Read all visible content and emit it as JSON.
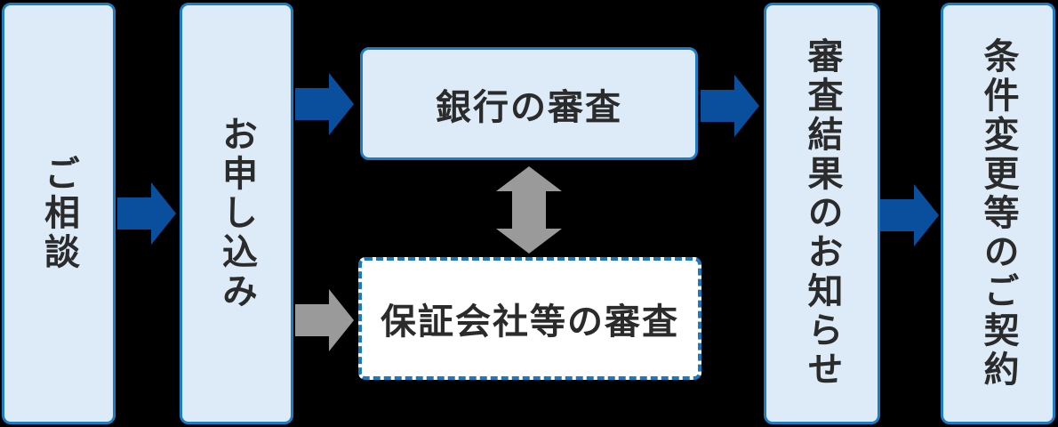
{
  "diagram": {
    "steps": [
      {
        "id": "step-1",
        "label": "ご相談",
        "text_direction": "vertical",
        "border_style": "solid"
      },
      {
        "id": "step-2",
        "label": "お申し込み",
        "text_direction": "vertical",
        "border_style": "solid"
      },
      {
        "id": "step-3",
        "label": "銀行の審査",
        "text_direction": "horizontal",
        "border_style": "solid"
      },
      {
        "id": "step-4",
        "label": "保証会社等の審査",
        "text_direction": "horizontal",
        "border_style": "dashed"
      },
      {
        "id": "step-5",
        "label": "審査結果のお知らせ",
        "text_direction": "vertical",
        "border_style": "solid"
      },
      {
        "id": "step-6",
        "label": "条件変更等のご契約",
        "text_direction": "vertical",
        "border_style": "solid"
      }
    ],
    "connectors": [
      {
        "id": "arrow-1",
        "from": "ご相談",
        "to": "お申し込み",
        "shape": "arrow-right",
        "color": "blue"
      },
      {
        "id": "arrow-2",
        "from": "お申し込み",
        "to": "銀行の審査",
        "shape": "arrow-right",
        "color": "blue"
      },
      {
        "id": "arrow-3",
        "from": "銀行の審査",
        "to": "審査結果のお知らせ",
        "shape": "arrow-right",
        "color": "blue"
      },
      {
        "id": "arrow-4",
        "from": "審査結果のお知らせ",
        "to": "条件変更等のご契約",
        "shape": "arrow-right",
        "color": "blue"
      },
      {
        "id": "arrow-5",
        "from": "お申し込み",
        "to": "保証会社等の審査",
        "shape": "arrow-right",
        "color": "gray"
      },
      {
        "id": "arrow-6",
        "from": "銀行の審査",
        "to": "保証会社等の審査",
        "shape": "arrow-vertical-both",
        "color": "gray"
      }
    ]
  },
  "colors": {
    "bg": "#000000",
    "box-fill": "#dcebf7",
    "box-border": "#1b7dc3",
    "dashed-border": "#1979bf",
    "arrow-blue": "#0a4f9e",
    "arrow-gray": "#9a9a9a",
    "text": "#2b2b2b"
  }
}
